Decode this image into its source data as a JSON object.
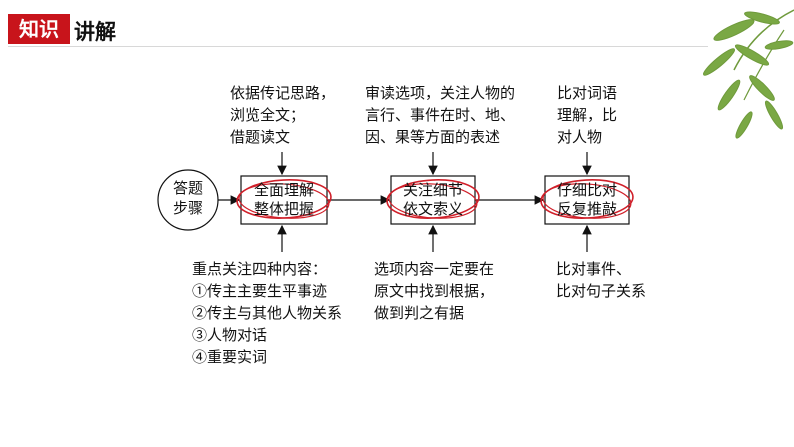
{
  "header": {
    "badge": "知识",
    "title": "讲解"
  },
  "start": {
    "label": "答题\n步骤"
  },
  "steps": [
    {
      "box": "全面理解\n整体把握",
      "top": "依据传记思路，\n浏览全文；\n借题读文",
      "bottom": "重点关注四种内容：\n①传主主要生平事迹\n②传主与其他人物关系\n③人物对话\n④重要实词"
    },
    {
      "box": "关注细节\n依文索义",
      "top": "审读选项，关注人物的\n言行、事件在时、地、\n因、果等方面的表述",
      "bottom": "选项内容一定要在\n原文中找到根据，\n做到判之有据"
    },
    {
      "box": "仔细比对\n反复推敲",
      "top": "比对词语\n理解，比\n对人物",
      "bottom": "比对事件、\n比对句子关系"
    }
  ],
  "colors": {
    "badge": "#c8141b",
    "highlight_oval": "#d0202a",
    "bamboo": "#6f9a3c"
  }
}
